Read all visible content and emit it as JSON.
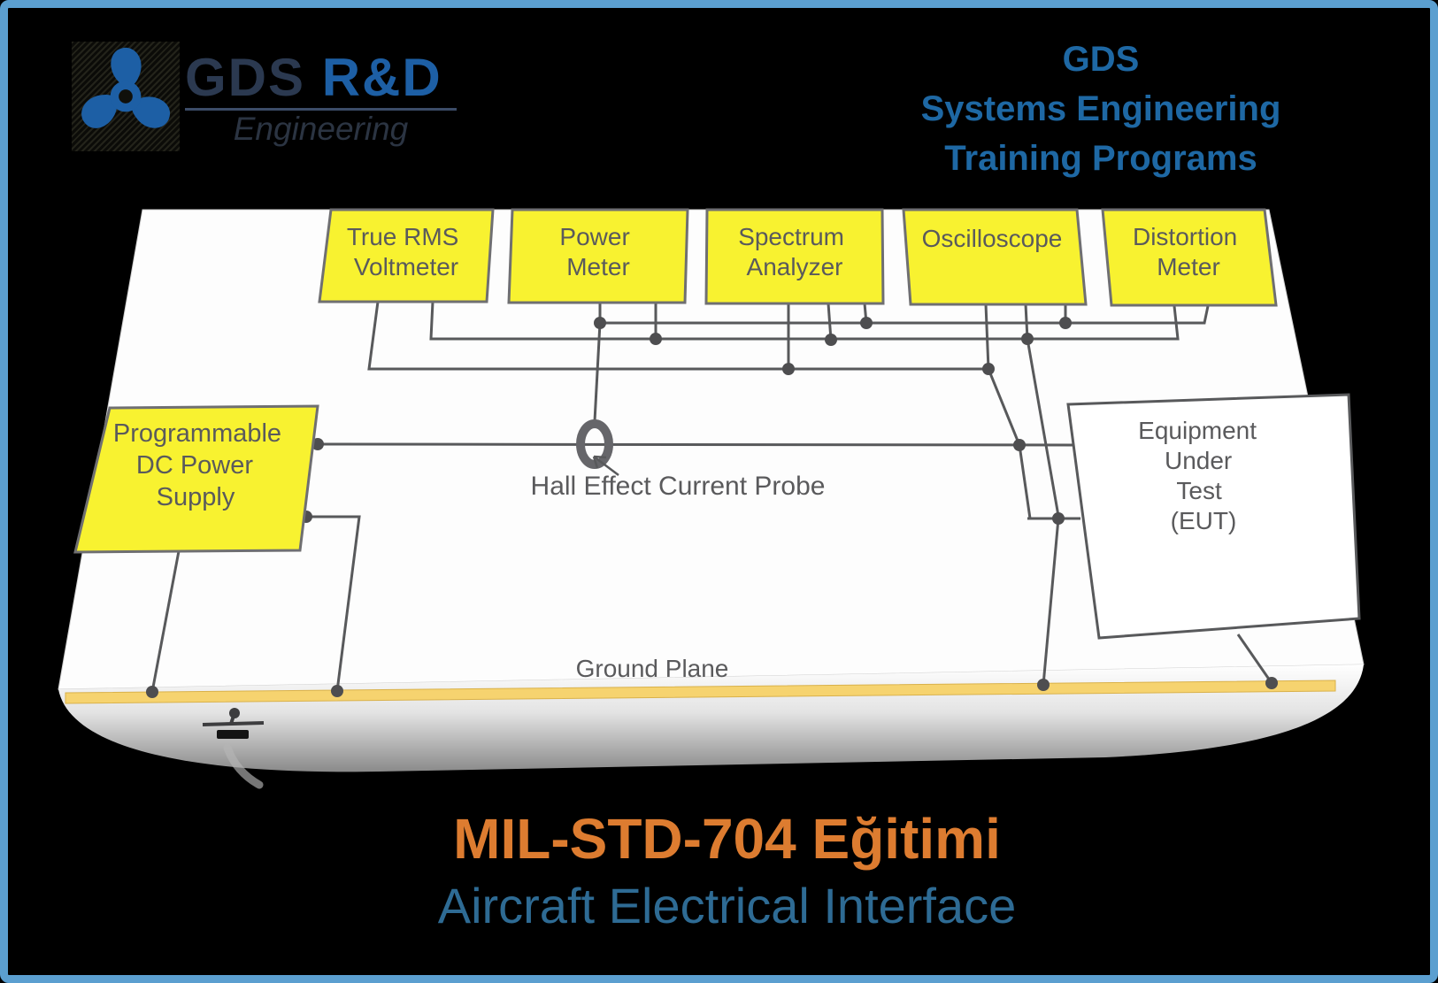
{
  "header": {
    "logo": {
      "gds": "GDS",
      "rnd": "R&D",
      "engineering": "Engineering"
    },
    "right": {
      "line1": "GDS",
      "line2": "Systems Engineering",
      "line3": "Training Programs"
    }
  },
  "diagram": {
    "instruments": [
      {
        "line1": "True RMS",
        "line2": "Voltmeter"
      },
      {
        "line1": "Power",
        "line2": "Meter"
      },
      {
        "line1": "Spectrum",
        "line2": "Analyzer"
      },
      {
        "line1": "Oscilloscope",
        "line2": ""
      },
      {
        "line1": "Distortion",
        "line2": "Meter"
      }
    ],
    "power_supply": {
      "line1": "Programmable",
      "line2": "DC Power",
      "line3": "Supply"
    },
    "eut": {
      "line1": "Equipment",
      "line2": "Under",
      "line3": "Test",
      "line4": "(EUT)"
    },
    "probe_label": "Hall Effect Current Probe",
    "ground_label": "Ground Plane"
  },
  "footer": {
    "title": "MIL-STD-704 Eğitimi",
    "subtitle": "Aircraft Electrical Interface"
  },
  "colors": {
    "accent_orange": "#dd7c30",
    "accent_blue": "#2e6b94",
    "header_blue": "#1e68a4",
    "logo_blue": "#1d5fa5",
    "logo_dark": "#2b3950",
    "box_yellow": "#f8f230",
    "wire_gray": "#58595b",
    "ground_gold": "#f6d36f",
    "frame_blue": "#5b9fd0"
  }
}
